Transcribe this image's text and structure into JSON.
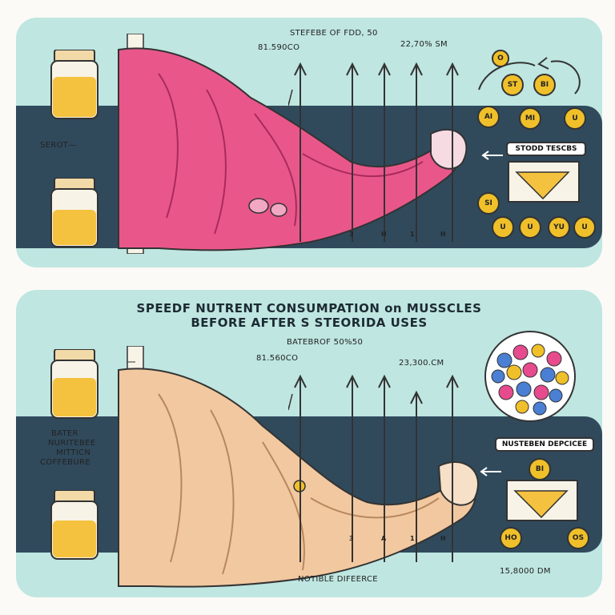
{
  "top_panel": {
    "title": "STEFEBE OF FDD, 50",
    "value_left": "81.590CO",
    "value_right": "22,70% SM",
    "side_label": "SEROT—",
    "box_label": "STODD TESCBS",
    "cycle_molecules": [
      "ST",
      "BI"
    ],
    "cycle_small": "O",
    "row_molecules": [
      "AI",
      "MI",
      "U"
    ],
    "bottom_molecules": [
      "SI",
      "U",
      "U",
      "YU",
      "U"
    ],
    "arrow_markers": [
      "3",
      "H",
      "1",
      "H"
    ]
  },
  "bottom_panel": {
    "caption_line1": "SPEEDF NUTRENT CONSUMPATION on MUSSCLES",
    "caption_line2": "BEFORE AFTER S STEORIDA USES",
    "title": "BATEBROF 50%50",
    "value_left": "81.560CO",
    "value_right": "23,300.CM",
    "side_label_lines": [
      "BATER",
      "NURITEBEE",
      "MITTICN",
      "COFFEBURE"
    ],
    "box_label": "NUSTEBEN DEPCICEE",
    "box_molecule": "BI",
    "bottom_molecules": [
      "HO",
      "OS"
    ],
    "arrow_markers": [
      "3",
      "A",
      "1",
      "H"
    ],
    "footer_left": "NOTIBLE DIFEERCE",
    "footer_right": "15,8000 DM"
  },
  "colors": {
    "panel": "#bfe6e1",
    "band": "#304a5c",
    "muscle_top": "#e9578a",
    "muscle_bottom": "#f2c8a0",
    "jar_fill": "#f5c23f",
    "molecule": "#f0c02a"
  }
}
